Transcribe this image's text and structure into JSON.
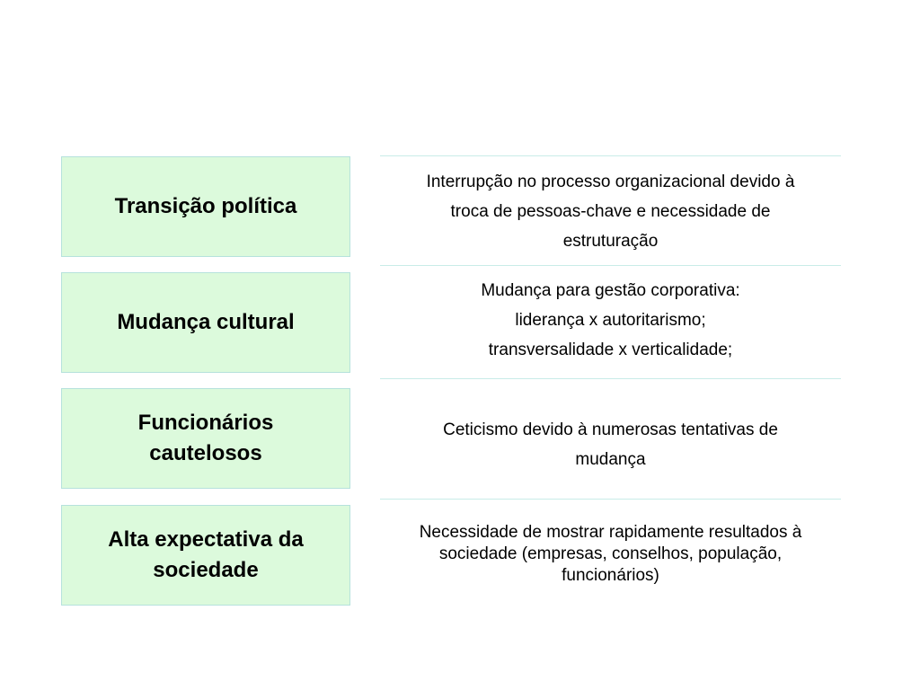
{
  "rows": [
    {
      "label": "Transição política",
      "description": [
        "Interrupção no processo organizacional devido à",
        "troca de pessoas-chave e necessidade de",
        "estruturação"
      ]
    },
    {
      "label": "Mudança cultural",
      "description": [
        "Mudança para gestão corporativa:",
        "liderança x autoritarismo;",
        "transversalidade x verticalidade;"
      ]
    },
    {
      "label": "Funcionários cautelosos",
      "description": [
        "Ceticismo devido à numerosas tentativas de",
        "mudança"
      ]
    },
    {
      "label": "Alta expectativa da sociedade",
      "description": [
        "Necessidade de mostrar rapidamente resultados à",
        "sociedade (empresas, conselhos, população,",
        "funcionários)"
      ]
    }
  ],
  "colors": {
    "label_fill": "#dcfadc",
    "label_border": "#b6e2dc",
    "rule": "#c9ece8"
  }
}
